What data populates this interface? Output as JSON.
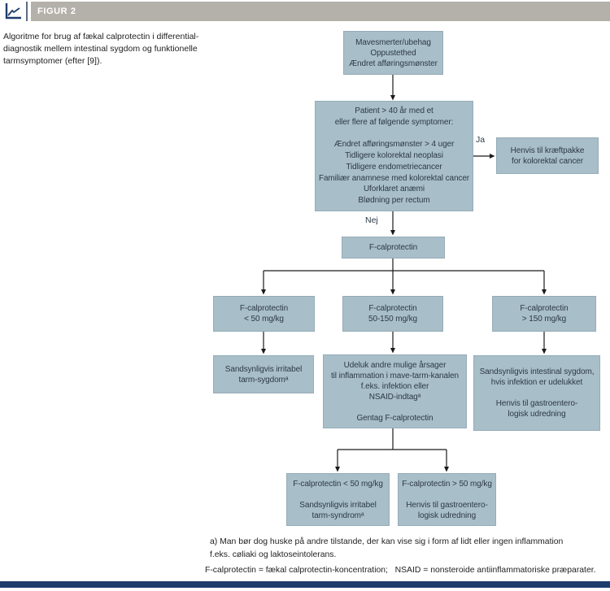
{
  "header": {
    "figure_label": "FIGUR 2"
  },
  "caption": [
    "Algoritme for brug af fækal calprotectin i differential-",
    "diagnostik mellem intestinal sygdom og funktionelle",
    "tarmsymptomer (efter [9])."
  ],
  "flowchart": {
    "nodes": {
      "symptoms": [
        "Mavesmerter/ubehag",
        "Oppustethed",
        "Ændret afføringsmønster"
      ],
      "patient_over_40": [
        "Patient > 40 år med et",
        "eller flere af følgende symptomer:",
        "",
        "Ændret afføringsmønster > 4 uger",
        "Tidligere kolorektal neoplasi",
        "Tidligere endometriecancer",
        "Familiær anamnese med kolorektal cancer",
        "Uforklaret anæmi",
        "Blødning per rectum"
      ],
      "cancer_referral": [
        "Henvis til kræftpakke",
        "for kolorektal cancer"
      ],
      "fcalprotectin_test": "F-calprotectin",
      "result_low": [
        "F-calprotectin",
        "< 50 mg/kg"
      ],
      "result_mid": [
        "F-calprotectin",
        "50-150 mg/kg"
      ],
      "result_high": [
        "F-calprotectin",
        "> 150 mg/kg"
      ],
      "ibs_likely": [
        "Sandsynligvis irritabel",
        "tarm-sygdomᵃ"
      ],
      "exclude_causes": [
        "Udeluk andre mulige årsager",
        "til inflammation i mave-tarm-kanalen",
        "f.eks. infektion eller",
        "NSAID-indtagᵃ",
        "",
        "Gentag F-calprotectin"
      ],
      "intestinal_disease": [
        "Sandsynligvis intestinal sygdom,",
        "hvis infektion er udelukket",
        "",
        "Henvis til gastroentero-",
        "logisk udredning"
      ],
      "retest_low": [
        "F-calprotectin < 50 mg/kg",
        "",
        "Sandsynligvis irritabel",
        "tarm-syndromᵃ"
      ],
      "retest_high": [
        "F-calprotectin > 50 mg/kg",
        "",
        "Henvis til gastroentero-",
        "logisk udredning"
      ]
    },
    "edge_labels": {
      "yes": "Ja",
      "no": "Nej"
    }
  },
  "footnotes": {
    "note_a": [
      "a) Man bør dog huske på andre tilstande, der kan vise sig i form af lidt eller ingen inflammation",
      "f.eks. cøliaki og laktoseintolerans."
    ],
    "abbreviations": "F-calprotectin = fækal calprotectin-koncentration;   NSAID = nonsteroide antiinflammatoriske præparater."
  },
  "colors": {
    "box_fill": "#a8bec8",
    "box_border": "#96adb8",
    "header_bar": "#b4b1aa",
    "accent_navy": "#1e3c6e",
    "line": "#1a1a1a"
  }
}
